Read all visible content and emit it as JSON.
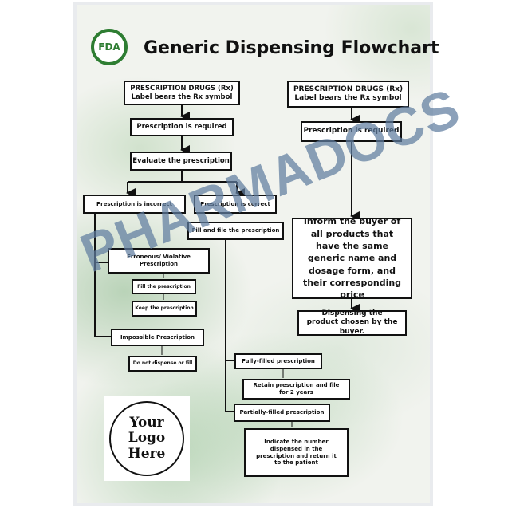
{
  "title": "Generic Dispensing Flowchart",
  "brand_logo": "FDA",
  "watermark": "PHARMADOCS",
  "placeholder_logo": {
    "line1": "Your",
    "line2": "Logo",
    "line3": "Here"
  },
  "left_flow": {
    "rx_title": "PRESCRIPTION DRUGS (Rx)",
    "rx_sub": "Label bears the Rx symbol",
    "required": "Prescription is required",
    "evaluate": "Evaluate the prescription",
    "incorrect": "Prescription is incorrect",
    "correct": "Prescription is correct",
    "fill_and_file": "Fill and file the prescription",
    "erroneous": "Erroneous/ Violative Prescription",
    "fill": "Fill the prescription",
    "keep": "Keep the prescription",
    "impossible": "Impossible Prescription",
    "do_not_dispense": "Do not dispense or fill",
    "fully_filled": "Fully-filled prescription",
    "retain": "Retain prescription and file for 2 years",
    "partially_filled": "Partially-filled prescription",
    "indicate": "Indicate the number dispensed in the prescription and return it to the patient"
  },
  "right_flow": {
    "rx_title": "PRESCRIPTION DRUGS (Rx)",
    "rx_sub": "Label bears the Rx symbol",
    "required": "Prescription is required",
    "inform": "Inform the buyer of all products that have the same generic name and dosage form, and their corresponding price",
    "dispensing": "Dispensing the product chosen by the buyer."
  },
  "colors": {
    "brand_green": "#2e7d32",
    "watermark": "#5f7da0"
  }
}
